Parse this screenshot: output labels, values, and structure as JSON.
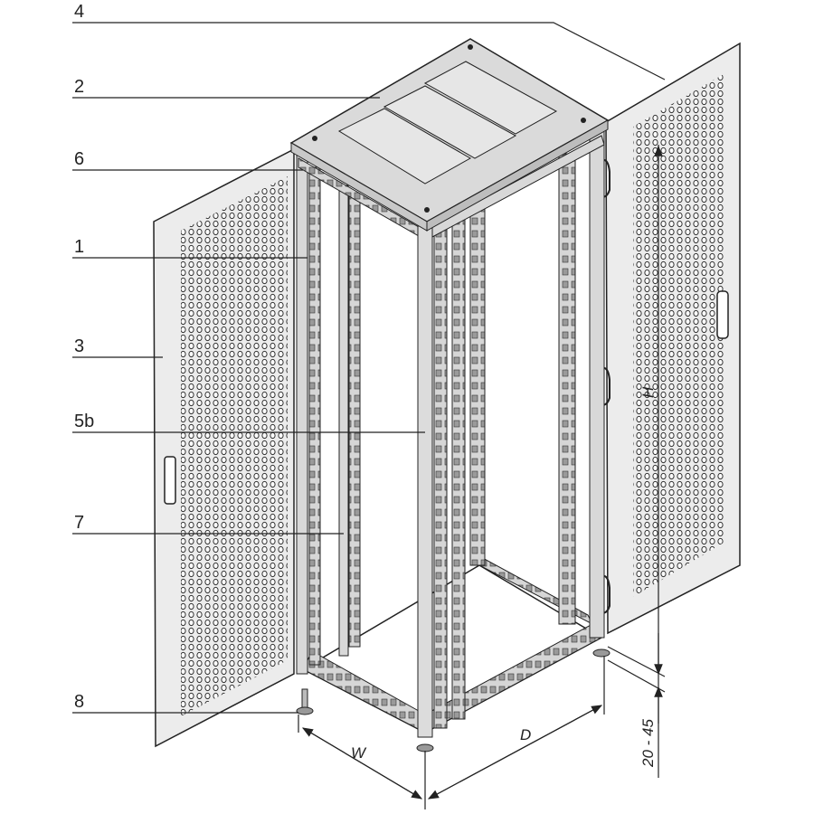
{
  "title": "Server rack cabinet exploded/open view",
  "callouts": [
    {
      "id": "4",
      "label": "4"
    },
    {
      "id": "2",
      "label": "2"
    },
    {
      "id": "6",
      "label": "6"
    },
    {
      "id": "1",
      "label": "1"
    },
    {
      "id": "3",
      "label": "3"
    },
    {
      "id": "5b",
      "label": "5b"
    },
    {
      "id": "7",
      "label": "7"
    },
    {
      "id": "8",
      "label": "8"
    }
  ],
  "dimensions": {
    "width": "W",
    "depth": "D",
    "height": "H",
    "foot_adjust": "20 - 45"
  },
  "colors": {
    "panel": "#e9e9e9",
    "frame": "#d4d4d4",
    "line": "#222222",
    "top": "#d8d8d8"
  }
}
